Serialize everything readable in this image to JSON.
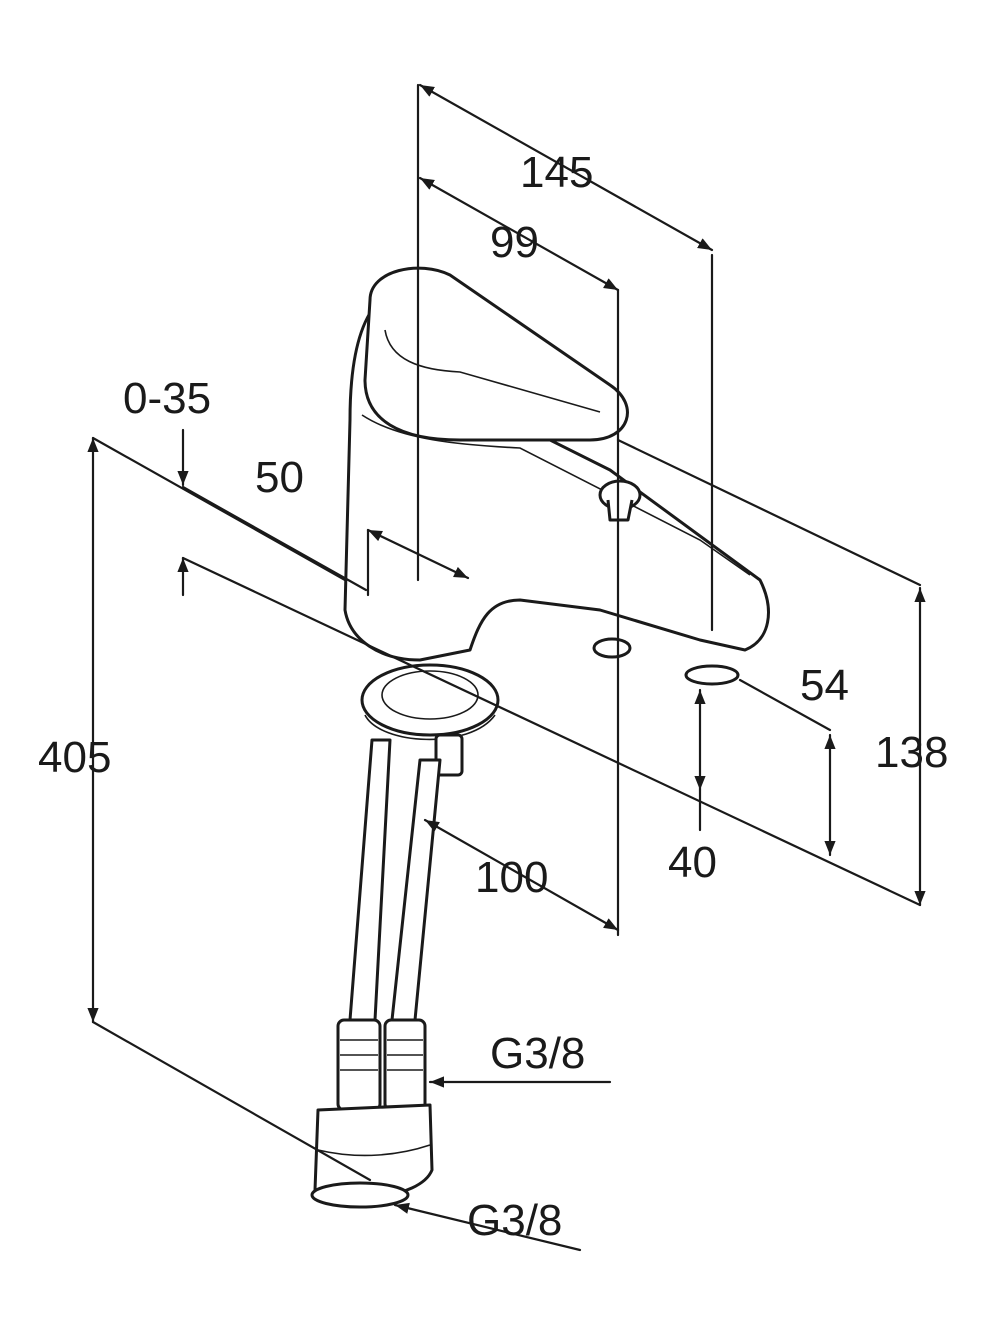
{
  "dimensions": {
    "width_total": "145",
    "width_handle": "99",
    "flange_range": "0-35",
    "spout_offset": "50",
    "hose_length": "405",
    "mount_depth": "100",
    "spout_height": "54",
    "outlet_height": "40",
    "total_height": "138",
    "connection_upper": "G3/8",
    "connection_lower": "G3/8"
  },
  "colors": {
    "line": "#1a1a1a",
    "background": "#ffffff"
  }
}
